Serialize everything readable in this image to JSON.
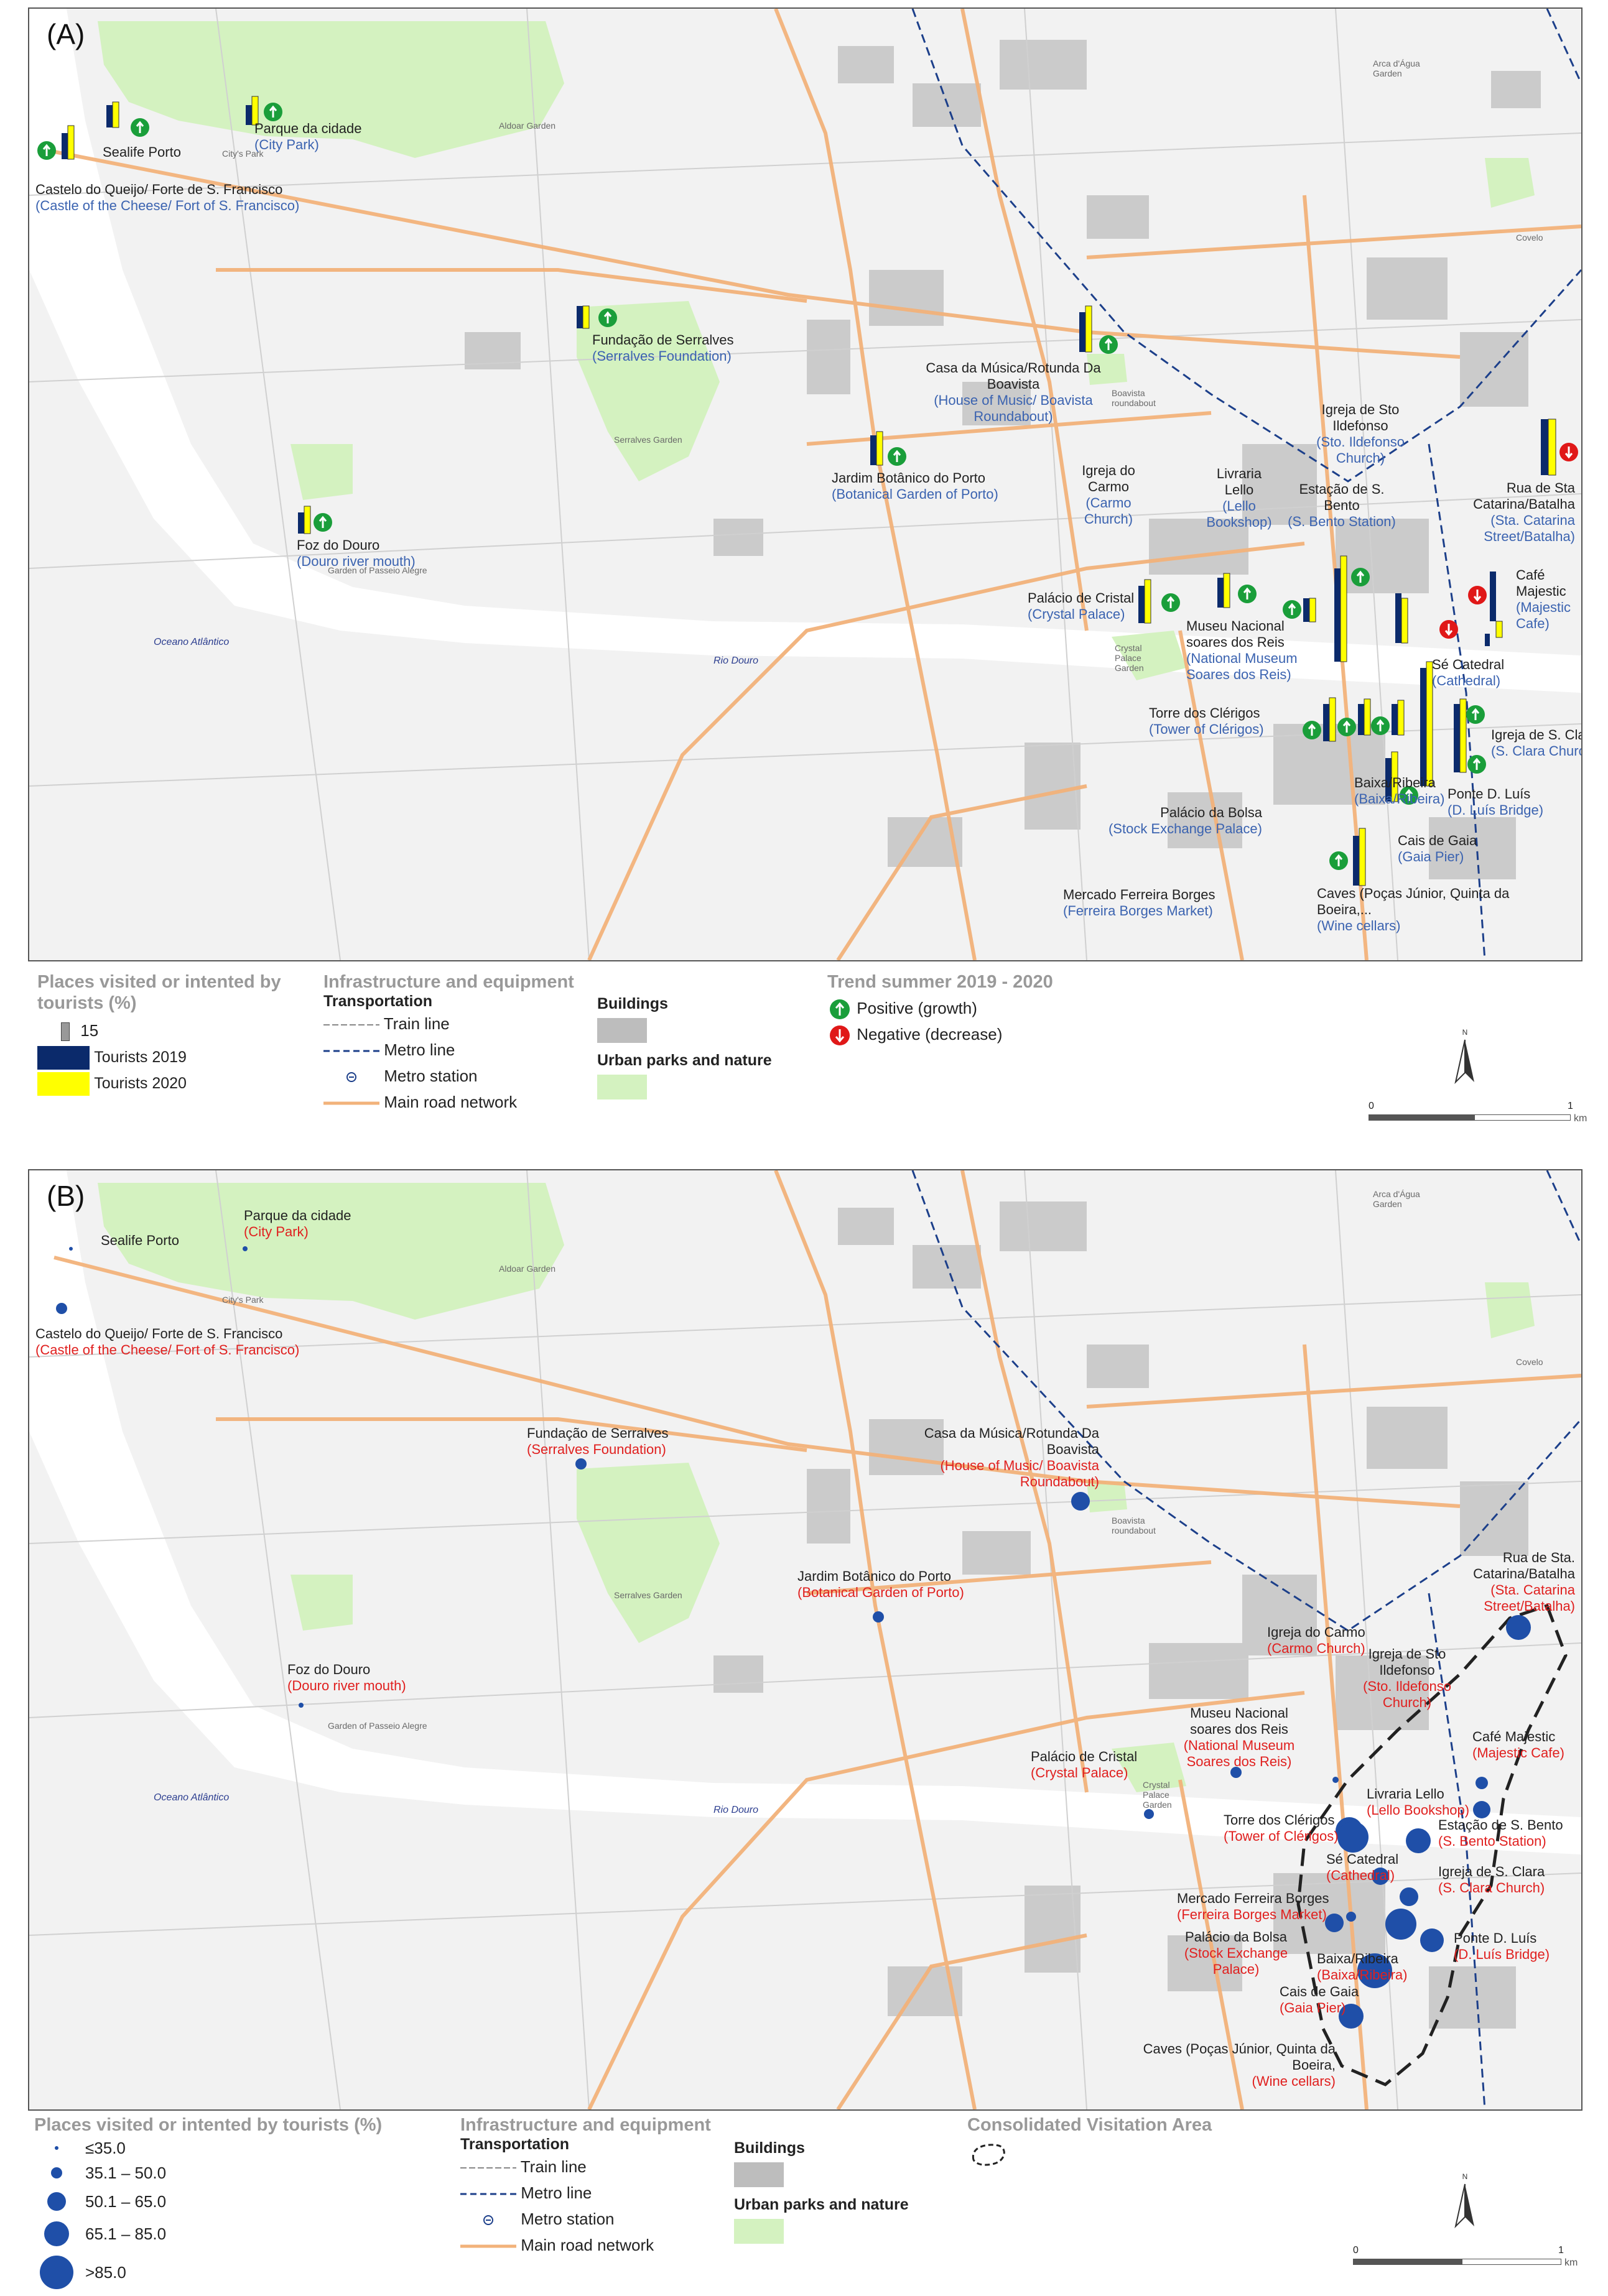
{
  "panel_a": {
    "label": "(A)",
    "places": [
      {
        "pt": "Castelo do Queijo/ Forte de S. Francisco",
        "en": "(Castle of the Cheese/ Fort of S. Francisco)"
      },
      {
        "pt": "Sealife Porto",
        "en": ""
      },
      {
        "pt": "Parque da cidade",
        "en": "(City Park)"
      },
      {
        "pt": "Fundação de Serralves",
        "en": "(Serralves Foundation)"
      },
      {
        "pt": "Casa da Música/Rotunda Da Boavista",
        "en": "(House of Music/ Boavista Roundabout)"
      },
      {
        "pt": "Jardim Botânico do Porto",
        "en": "(Botanical Garden of Porto)"
      },
      {
        "pt": "Foz do Douro",
        "en": "(Douro river mouth)"
      },
      {
        "pt": "Igreja do Carmo",
        "en": "(Carmo Church)"
      },
      {
        "pt": "Livraria Lello",
        "en": "(Lello Bookshop)"
      },
      {
        "pt": "Igreja de Sto Ildefonso",
        "en": "(Sto. Ildefonso Church)"
      },
      {
        "pt": "Estação de S. Bento",
        "en": "(S. Bento Station)"
      },
      {
        "pt": "Rua de Sta Catarina/Batalha",
        "en": "(Sta. Catarina Street/Batalha)"
      },
      {
        "pt": "Café Majestic",
        "en": "(Majestic Cafe)"
      },
      {
        "pt": "Palácio de Cristal",
        "en": "(Crystal Palace)"
      },
      {
        "pt": "Museu Nacional soares dos Reis",
        "en": "(National Museum Soares dos Reis)"
      },
      {
        "pt": "Sé Catedral",
        "en": "(Cathedral)"
      },
      {
        "pt": "Torre dos Clérigos",
        "en": "(Tower of Clérigos)"
      },
      {
        "pt": "Igreja de S. Clara",
        "en": "(S. Clara Church)"
      },
      {
        "pt": "Baixa/Ribeira",
        "en": "(Baixa/Ribeira)"
      },
      {
        "pt": "Ponte D. Luís",
        "en": "(D. Luís Bridge)"
      },
      {
        "pt": "Palácio da Bolsa",
        "en": "(Stock Exchange Palace)"
      },
      {
        "pt": "Cais de Gaia",
        "en": "(Gaia Pier)"
      },
      {
        "pt": "Mercado Ferreira Borges",
        "en": "(Ferreira Borges Market)"
      },
      {
        "pt": "Caves (Poças Júnior, Quinta da Boeira,...",
        "en": "(Wine cellars)"
      }
    ],
    "legend": {
      "places_title": "Places visited or intented by tourists (%)",
      "scale_value": "15",
      "tourists_2019": "Tourists 2019",
      "tourists_2020": "Tourists 2020",
      "infra_title": "Infrastructure and equipment",
      "transport_title": "Transportation",
      "train_line": "Train line",
      "metro_line": "Metro line",
      "metro_station": "Metro station",
      "main_road": "Main road network",
      "buildings": "Buildings",
      "parks": "Urban parks and nature",
      "trend_title": "Trend summer 2019 - 2020",
      "positive": "Positive (growth)",
      "negative": "Negative (decrease)",
      "scale_0": "0",
      "scale_1": "1",
      "scale_unit": "km",
      "north": "N"
    }
  },
  "panel_b": {
    "label": "(B)",
    "places": [
      {
        "pt": "Sealife Porto",
        "en": ""
      },
      {
        "pt": "Parque da cidade",
        "en": "(City Park)"
      },
      {
        "pt": "Castelo do Queijo/ Forte de S. Francisco",
        "en": "(Castle of the Cheese/ Fort of S. Francisco)"
      },
      {
        "pt": "Fundação de Serralves",
        "en": "(Serralves Foundation)"
      },
      {
        "pt": "Casa da Música/Rotunda Da Boavista",
        "en": "(House of Music/ Boavista Roundabout)"
      },
      {
        "pt": "Jardim Botânico do Porto",
        "en": "(Botanical Garden of Porto)"
      },
      {
        "pt": "Foz do Douro",
        "en": "(Douro river mouth)"
      },
      {
        "pt": "Igreja do Carmo",
        "en": "(Carmo Church)"
      },
      {
        "pt": "Igreja de Sto Ildefonso",
        "en": "(Sto. Ildefonso Church)"
      },
      {
        "pt": "Rua de Sta. Catarina/Batalha",
        "en": "(Sta. Catarina Street/Batalha)"
      },
      {
        "pt": "Museu Nacional soares dos Reis",
        "en": "(National Museum Soares dos Reis)"
      },
      {
        "pt": "Café Majestic",
        "en": "(Majestic Cafe)"
      },
      {
        "pt": "Palácio de Cristal",
        "en": "(Crystal Palace)"
      },
      {
        "pt": "Livraria Lello",
        "en": "(Lello Bookshop)"
      },
      {
        "pt": "Torre dos Clérigos",
        "en": "(Tower of Clérigos)"
      },
      {
        "pt": "Estação de S. Bento",
        "en": "(S. Bento Station)"
      },
      {
        "pt": "Sé Catedral",
        "en": "(Cathedral)"
      },
      {
        "pt": "Igreja de S. Clara",
        "en": "(S. Clara Church)"
      },
      {
        "pt": "Mercado Ferreira Borges",
        "en": "(Ferreira Borges Market)"
      },
      {
        "pt": "Palácio da Bolsa",
        "en": "(Stock Exchange Palace)"
      },
      {
        "pt": "Ponte D. Luís",
        "en": "(D. Luís Bridge)"
      },
      {
        "pt": "Baixa/Ribeira",
        "en": "(Baixa/Ribeira)"
      },
      {
        "pt": "Cais de Gaia",
        "en": "(Gaia Pier)"
      },
      {
        "pt": "Caves (Poças Júnior, Quinta da Boeira,",
        "en": "(Wine cellars)"
      }
    ],
    "legend": {
      "places_title": "Places visited or intented by tourists (%)",
      "classes": [
        "≤35.0",
        "35.1 – 50.0",
        "50.1 – 65.0",
        "65.1 – 85.0",
        ">85.0"
      ],
      "infra_title": "Infrastructure and equipment",
      "transport_title": "Transportation",
      "train_line": "Train line",
      "metro_line": "Metro line",
      "metro_station": "Metro station",
      "main_road": "Main road network",
      "buildings": "Buildings",
      "parks": "Urban parks and nature",
      "cva_title": "Consolidated Visitation Area",
      "scale_0": "0",
      "scale_1": "1",
      "scale_unit": "km",
      "north": "N"
    }
  },
  "map_labels": {
    "ocean": "Oceano Atlântico",
    "river": "Rio Douro",
    "aldoar_garden": "Aldoar Garden",
    "citys_park": "City's Park",
    "serralves_garden": "Serralves Garden",
    "passeio_garden": "Garden of Passeio Alegre",
    "boavista_roundabout": "Boavista roundabout",
    "crystal_garden": "Crystal Palace Garden",
    "arca_garden": "Arca d'Água Garden",
    "covelo": "Covelo"
  },
  "colors": {
    "tourists_2019": "#0b2a6b",
    "tourists_2020": "#ffff00",
    "positive": "#1a9e3a",
    "negative": "#e01818",
    "circle": "#1f4fa8",
    "park": "#d4f2c0",
    "road": "#f2b27a",
    "metro": "#1c3f8a",
    "building": "#bdbdbd"
  }
}
